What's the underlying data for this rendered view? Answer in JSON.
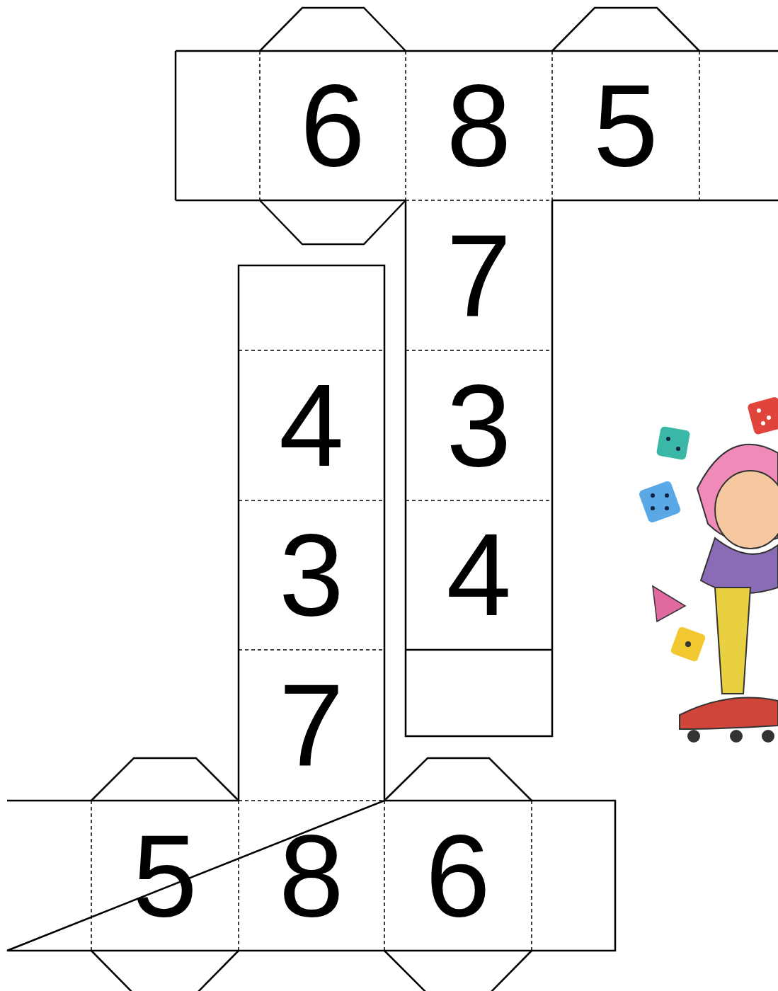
{
  "diagram": {
    "nodes": [
      {
        "text": [
          "6"
        ]
      },
      {
        "text": [
          "8"
        ]
      },
      {
        "text": [
          "5"
        ]
      },
      {
        "text": [
          "7"
        ]
      },
      {
        "text": [
          "4"
        ]
      },
      {
        "text": [
          "3"
        ]
      },
      {
        "text": [
          "3"
        ]
      },
      {
        "text": [
          "4"
        ]
      },
      {
        "text": [
          "7"
        ]
      },
      {
        "text": [
          "5"
        ]
      },
      {
        "text": [
          "8"
        ]
      },
      {
        "text": [
          "6"
        ]
      }
    ]
  }
}
